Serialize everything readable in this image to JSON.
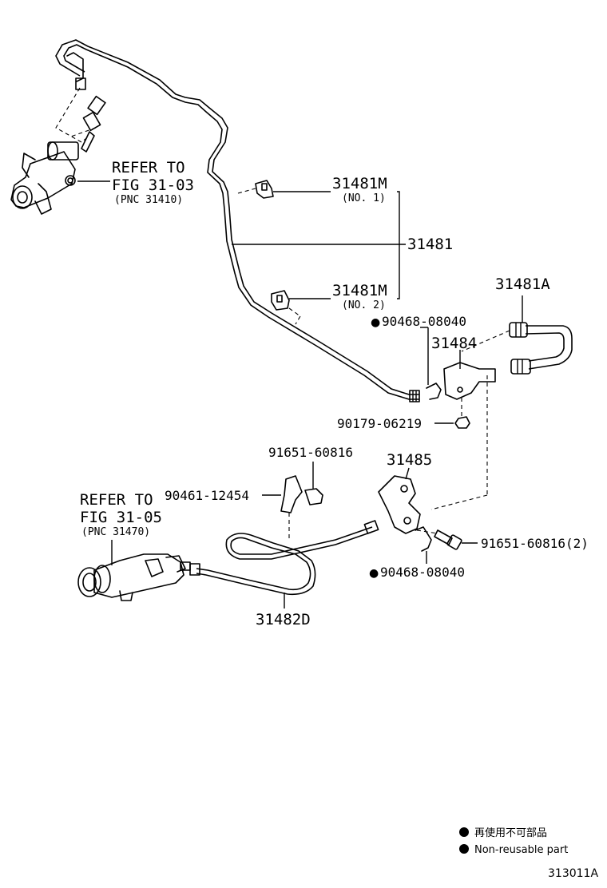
{
  "labels": {
    "refer_1": [
      "REFER TO",
      "FIG 31-03",
      "(PNC 31410)"
    ],
    "refer_2": [
      "REFER TO",
      "FIG 31-05",
      "(PNC 31470)"
    ],
    "p31481M_1": "31481M",
    "p31481M_1_sub": "(NO. 1)",
    "p31481": "31481",
    "p31481M_2": "31481M",
    "p31481M_2_sub": "(NO. 2)",
    "p31481A": "31481A",
    "p90468_top": "90468-08040",
    "p31484": "31484",
    "p90179": "90179-06219",
    "p91651_left": "91651-60816",
    "p90461": "90461-12454",
    "p31485": "31485",
    "p91651_right": "91651-60816(2)",
    "p90468_bottom": "90468-08040",
    "p31482D": "31482D"
  },
  "legend": {
    "line1": "再使用不可部品",
    "line2": "Non-reusable part"
  },
  "diagram_code": "313011A",
  "colors": {
    "ink": "#000000",
    "background": "#ffffff"
  }
}
